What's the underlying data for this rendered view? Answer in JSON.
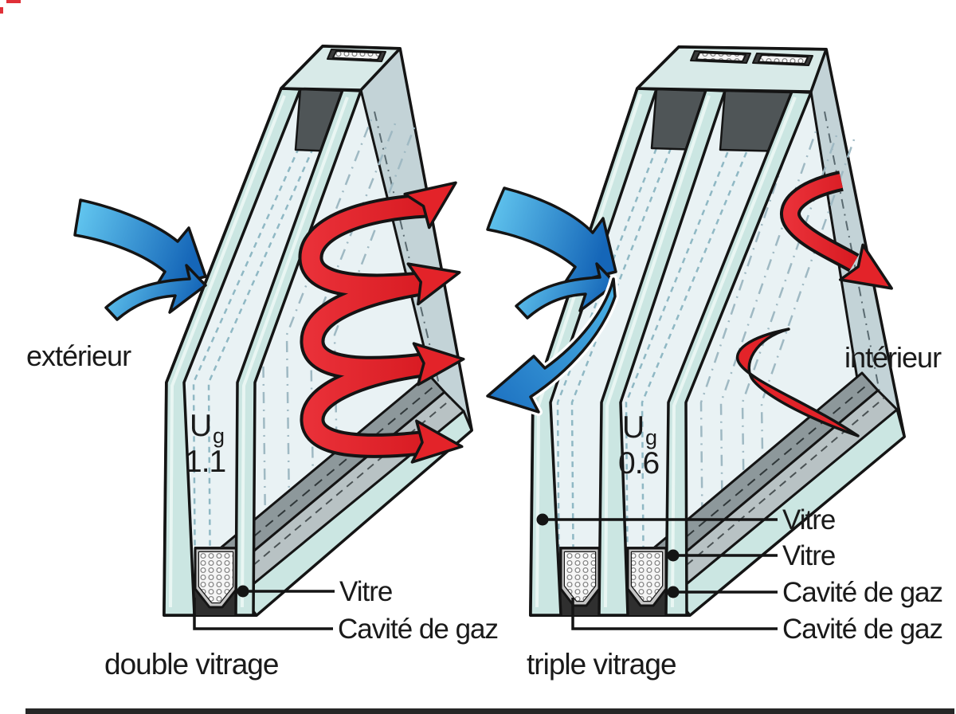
{
  "diagrams": {
    "left": {
      "title": "double vitrage",
      "side_label": "extérieur",
      "u_symbol": "U",
      "u_sub": "g",
      "u_value": "1.1",
      "labels": {
        "vitre": "Vitre",
        "cavite": "Cavité de gaz"
      }
    },
    "right": {
      "title": "triple vitrage",
      "side_label": "intérieur",
      "u_symbol": "U",
      "u_sub": "g",
      "u_value": "0.6",
      "labels": {
        "vitre1": "Vitre",
        "vitre2": "Vitre",
        "cavite1": "Cavité de gaz",
        "cavite2": "Cavité de gaz"
      }
    }
  },
  "colors": {
    "heat_arrow_red": "#e32329",
    "cold_arrow_blue_light": "#5fc6ef",
    "cold_arrow_blue_dark": "#1566b8",
    "glass_edge_teal": "#cbe6e2",
    "glass_face": "#e9f2f4",
    "cavity_dark": "#4f5557",
    "sill_grey": "#b8c2c4",
    "outline": "#141414"
  }
}
